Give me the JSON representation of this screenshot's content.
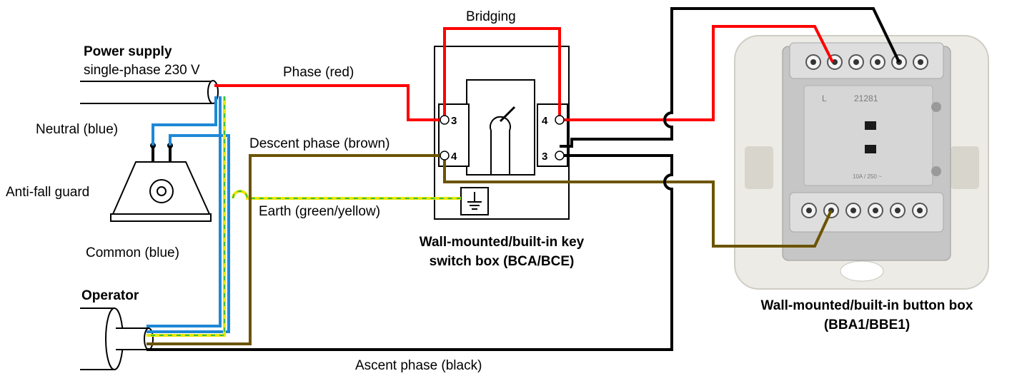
{
  "labels": {
    "power_supply": "Power supply",
    "single_phase": "single-phase 230 V",
    "phase_red": "Phase (red)",
    "bridging": "Bridging",
    "neutral_blue": "Neutral (blue)",
    "descent_phase": "Descent phase (brown)",
    "anti_fall_guard": "Anti-fall guard",
    "earth": "Earth (green/yellow)",
    "common_blue": "Common (blue)",
    "operator": "Operator",
    "ascent_phase": "Ascent phase (black)",
    "key_switch_line1": "Wall-mounted/built-in key",
    "key_switch_line2": "switch box (BCA/BCE)",
    "button_box_line1": "Wall-mounted/built-in button box",
    "button_box_line2": "(BBA1/BBE1)"
  },
  "terminals": {
    "left_top": "3",
    "left_bottom": "4",
    "right_top": "4",
    "right_bottom": "3"
  },
  "button_box_markings": {
    "terminal_l": "L",
    "part_number": "21281",
    "rating": "10A / 250 ~"
  },
  "wire_colors": {
    "phase_red": "#ff0000",
    "neutral_blue": "#1e88d6",
    "brown": "#6b5400",
    "black": "#000000",
    "earth_green": "#3fbf3f",
    "earth_yellow": "#e8e800"
  }
}
